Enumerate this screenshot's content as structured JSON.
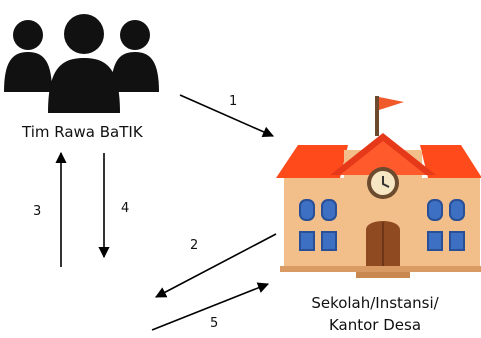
{
  "nodes": {
    "team": {
      "label": "Tim Rawa BaTIK"
    },
    "school": {
      "line1": "Sekolah/Instansi/",
      "line2": "Kantor Desa"
    }
  },
  "steps": [
    {
      "label": "1"
    },
    {
      "label": "2"
    },
    {
      "label": "3"
    },
    {
      "label": "4"
    },
    {
      "label": "5"
    }
  ],
  "colors": {
    "people": "#111111",
    "roof": "#ff4a1c",
    "roof_trim": "#e6391a",
    "wall": "#f2bf8a",
    "wall_shadow": "#d99b63",
    "window": "#3d6fc2",
    "window_frame": "#294f96",
    "door": "#8f4a22",
    "flag": "#f05a2a",
    "clock_face": "#f7e6c4",
    "arrow": "#000000"
  },
  "icons": {
    "team": "people-group-icon",
    "school": "school-building-icon"
  }
}
